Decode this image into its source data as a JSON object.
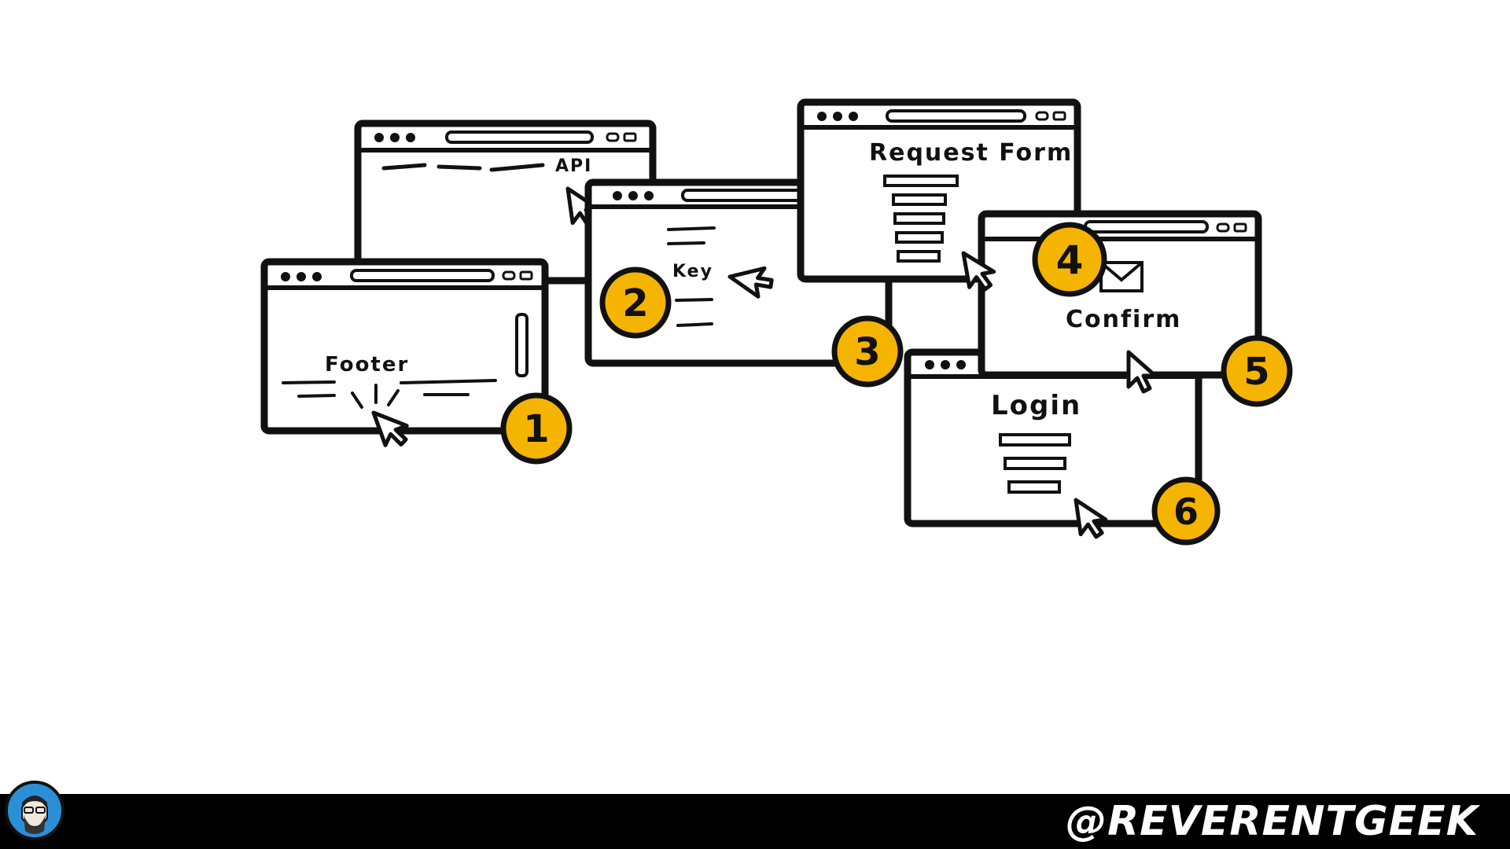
{
  "steps": [
    {
      "number": "1",
      "label": "Footer"
    },
    {
      "number": "2",
      "label": "API"
    },
    {
      "number": "3",
      "label": "Key"
    },
    {
      "number": "4",
      "label": "Request Form"
    },
    {
      "number": "5",
      "label": "Confirm"
    },
    {
      "number": "6",
      "label": "Login"
    }
  ],
  "footer": {
    "handle": "@REVERENTGEEK"
  },
  "colors": {
    "badge": "#F5B400",
    "ink": "#111111",
    "bar": "#000000",
    "avatar": "#2A8FD6"
  }
}
